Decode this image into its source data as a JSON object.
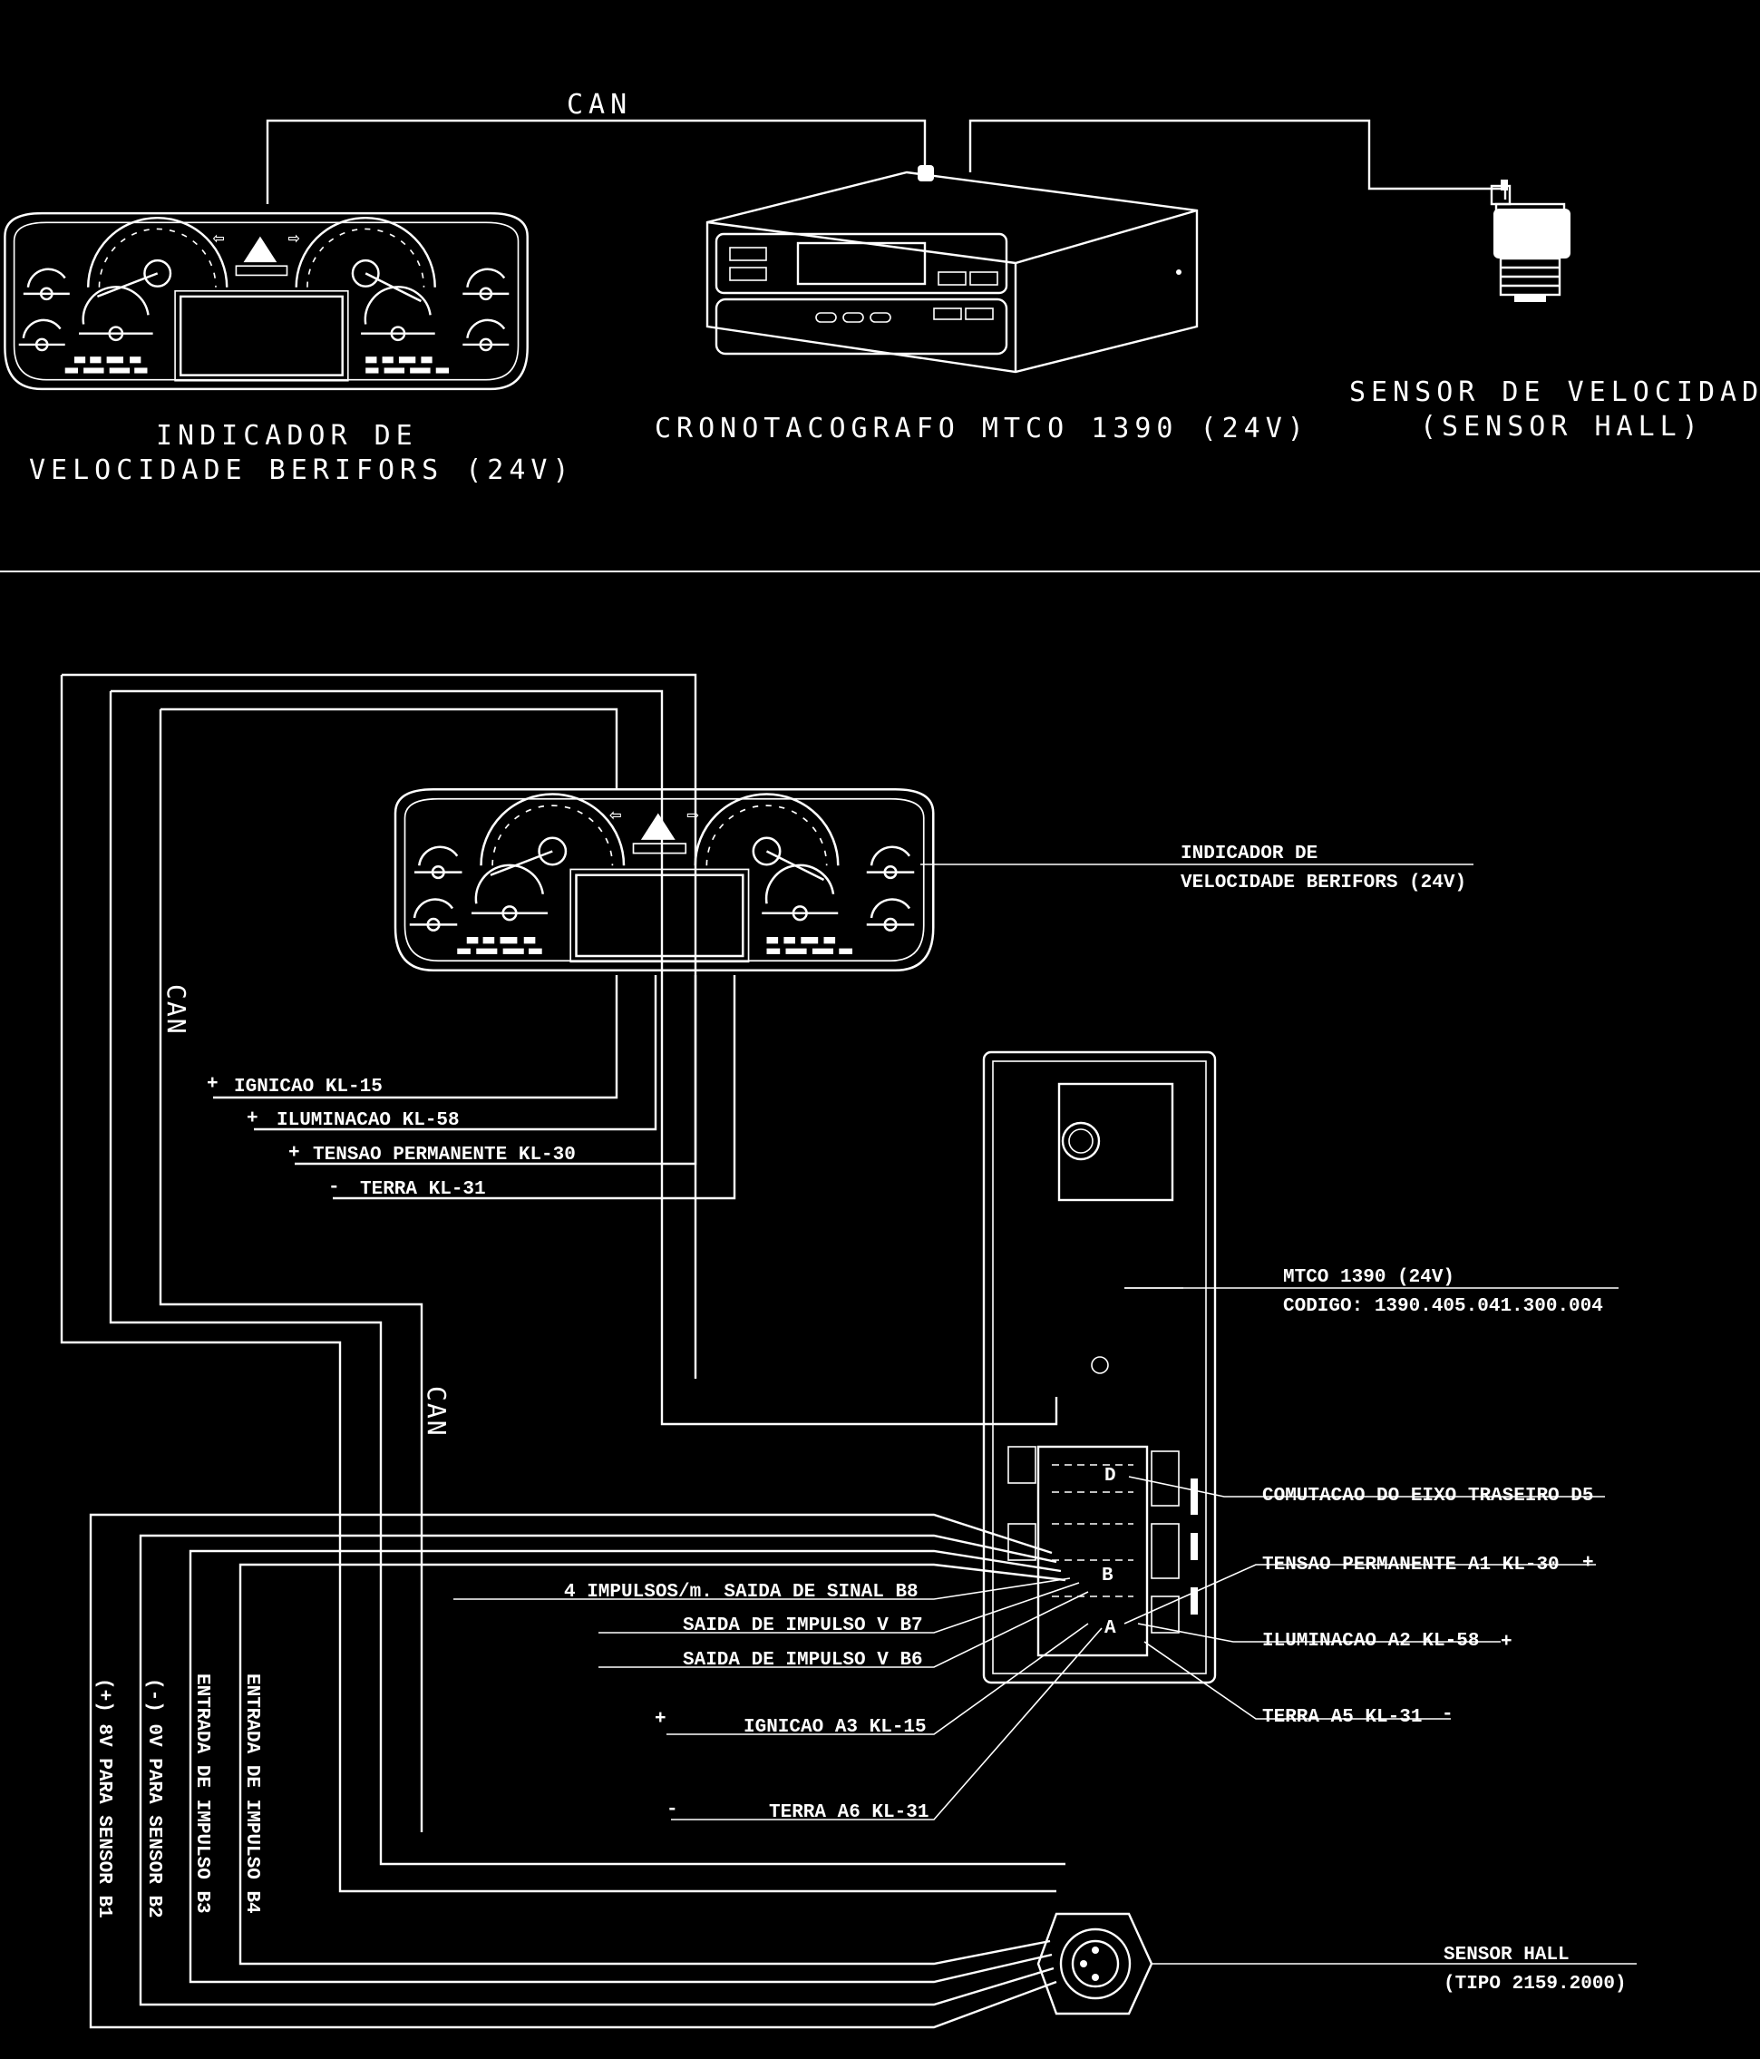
{
  "top": {
    "can_label": "CAN",
    "cluster_label_1": "INDICADOR DE",
    "cluster_label_2": "VELOCIDADE BERIFORS (24V)",
    "tacho_label": "CRONOTACOGRAFO MTCO 1390 (24V)",
    "sensor_label_1": "SENSOR DE VELOCIDADE",
    "sensor_label_2": "(SENSOR HALL)"
  },
  "bottom": {
    "cluster_label_1": "INDICADOR DE",
    "cluster_label_2": "VELOCIDADE BERIFORS (24V)",
    "can_left": "CAN",
    "can_mid": "CAN",
    "power": {
      "ignicao": "IGNICAO KL-15",
      "iluminacao": "ILUMINACAO KL-58",
      "tensao": "TENSAO PERMANENTE KL-30",
      "terra": "TERRA KL-31",
      "plus": "+",
      "minus": "-"
    },
    "tacho_label_1": "MTCO 1390 (24V)",
    "tacho_label_2": "CODIGO: 1390.405.041.300.004",
    "right_pins": {
      "d5": "COMUTACAO DO EIXO TRASEIRO D5",
      "a1": "TENSAO PERMANENTE A1 KL-30",
      "a2": "ILUMINACAO A2 KL-58",
      "a5": "TERRA A5 KL-31"
    },
    "left_pins": {
      "b8": "4 IMPULSOS/m. SAIDA DE SINAL B8",
      "b7": "SAIDA DE IMPULSO V B7",
      "b6": "SAIDA DE IMPULSO V B6",
      "a3": "IGNICAO A3 KL-15",
      "a6": "TERRA A6 KL-31"
    },
    "sensor_wires": {
      "b1": "(+) 8V PARA SENSOR B1",
      "b2": "(-) 0V PARA SENSOR B2",
      "b3": "ENTRADA DE IMPULSO B3",
      "b4": "ENTRADA DE IMPULSO B4"
    },
    "connector_letters": {
      "d": "D",
      "b": "B",
      "a": "A"
    },
    "sensor_label_1": "SENSOR HALL",
    "sensor_label_2": "(TIPO 2159.2000)"
  }
}
